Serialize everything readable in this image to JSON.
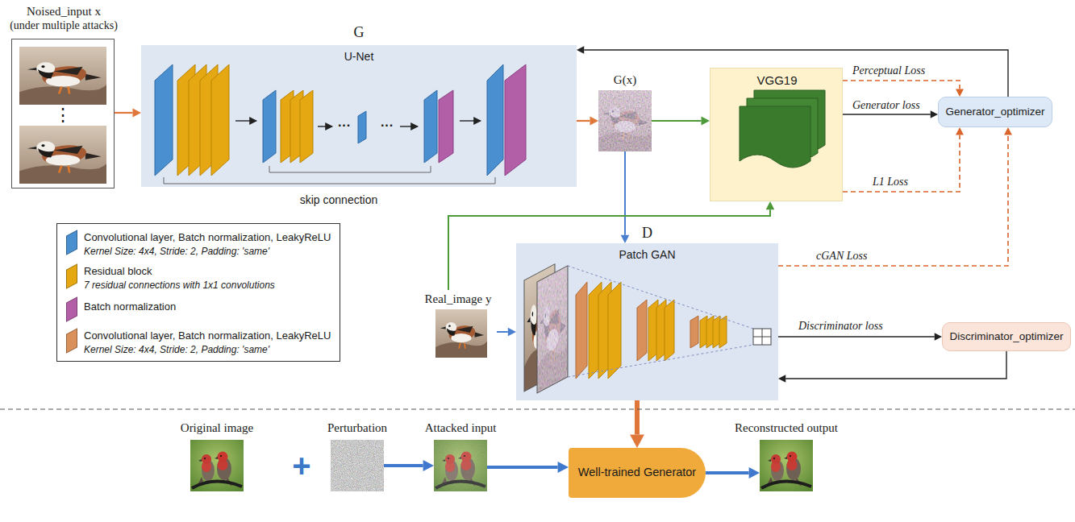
{
  "diagram": {
    "nodes": [
      {
        "text": [
          "Noised_input x",
          "(under multiple attacks)"
        ]
      },
      {
        "text": [
          "G",
          "U-Net"
        ]
      },
      {
        "text": [
          "G(x)"
        ]
      },
      {
        "text": [
          "VGG19"
        ]
      },
      {
        "text": [
          "Generator_optimizer"
        ]
      },
      {
        "text": [
          "Real_image y"
        ]
      },
      {
        "text": [
          "D",
          "Patch GAN"
        ]
      },
      {
        "text": [
          "Discriminator_optimizer"
        ]
      },
      {
        "text": [
          "Original image"
        ]
      },
      {
        "text": [
          "Perturbation"
        ]
      },
      {
        "text": [
          "Attacked input"
        ]
      },
      {
        "text": [
          "Well-trained Generator"
        ]
      },
      {
        "text": [
          "Reconstructed output"
        ]
      }
    ],
    "edges": [
      {
        "from": 0,
        "to": 1,
        "arrow": "to"
      },
      {
        "from": 1,
        "to": 2,
        "arrow": "to"
      },
      {
        "from": 2,
        "to": 3,
        "arrow": "to"
      },
      {
        "from": 3,
        "to": 4,
        "label": "Generator loss",
        "arrow": "to"
      },
      {
        "from": 3,
        "to": 4,
        "label": "Perceptual Loss",
        "arrow": "to"
      },
      {
        "from": 3,
        "to": 4,
        "label": "L1 Loss",
        "arrow": "to"
      },
      {
        "from": 6,
        "to": 4,
        "label": "cGAN Loss",
        "arrow": "to"
      },
      {
        "from": 4,
        "to": 1,
        "arrow": "to"
      },
      {
        "from": 2,
        "to": 6,
        "arrow": "to"
      },
      {
        "from": 5,
        "to": 6,
        "arrow": "to"
      },
      {
        "from": 5,
        "to": 3,
        "arrow": "to"
      },
      {
        "from": 6,
        "to": 7,
        "label": "Discriminator loss",
        "arrow": "to"
      },
      {
        "from": 7,
        "to": 6,
        "arrow": "to"
      },
      {
        "from": 6,
        "to": 11,
        "arrow": "to"
      },
      {
        "from": 9,
        "to": 10,
        "arrow": "to"
      },
      {
        "from": 10,
        "to": 11,
        "arrow": "to"
      },
      {
        "from": 11,
        "to": 12,
        "arrow": "to"
      }
    ],
    "labels": [
      "skip connection",
      "···",
      "···",
      "⋮",
      "+",
      "Kernel Size: 4x4, Stride: 2, Padding: 'same'",
      "7 residual connections with 1x1 convolutions",
      "Kernel Size: 4x4, Stride: 2, Padding: 'same'"
    ],
    "legend": [
      {
        "text": "Convolutional layer, Batch normalization, LeakyReLU",
        "color": "#4a8fd0"
      },
      {
        "text": "Residual block",
        "color": "#e6a812"
      },
      {
        "text": "Batch normalization",
        "color": "#b25fa8"
      },
      {
        "text": "Convolutional layer, Batch normalization, LeakyReLU",
        "color": "#d9905a"
      }
    ]
  }
}
